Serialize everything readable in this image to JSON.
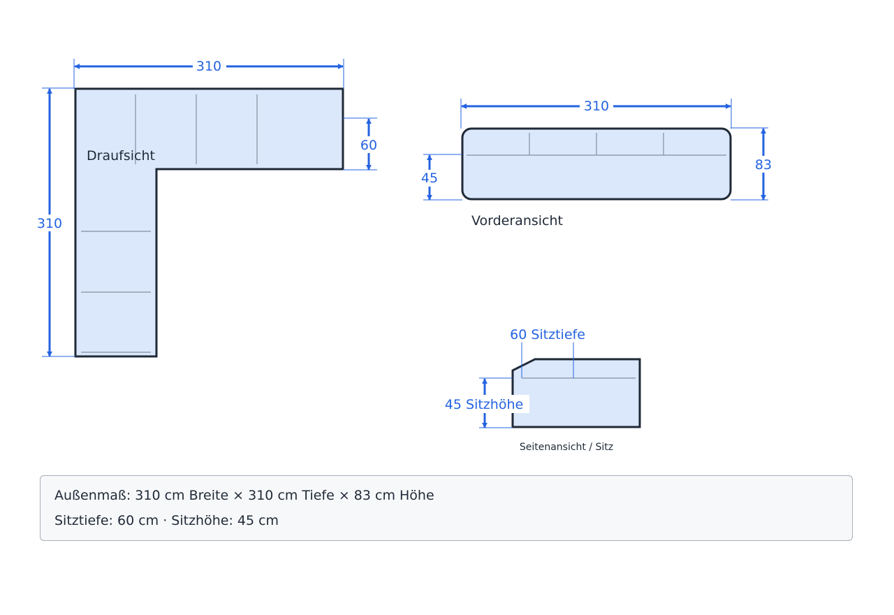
{
  "colors": {
    "dimension": "#2563e0",
    "outline": "#1f2937",
    "fill": "#dbe8fc",
    "seam": "#8090a0",
    "label": "#1f2a37"
  },
  "top_view": {
    "label": "Draufsicht",
    "dim_width": "310",
    "dim_depth": "310",
    "dim_arm": "60"
  },
  "front_view": {
    "label": "Vorderansicht",
    "dim_width": "310",
    "dim_height": "83",
    "dim_seat_height": "45"
  },
  "side_view": {
    "label": "Seitenansicht / Sitz",
    "dim_seat_depth": "60 Sitztiefe",
    "dim_seat_height": "45 Sitzhöhe"
  },
  "summary": {
    "line1": "Außenmaß: 310 cm Breite × 310 cm Tiefe × 83 cm Höhe",
    "line2": "Sitztiefe: 60 cm · Sitzhöhe: 45 cm"
  }
}
